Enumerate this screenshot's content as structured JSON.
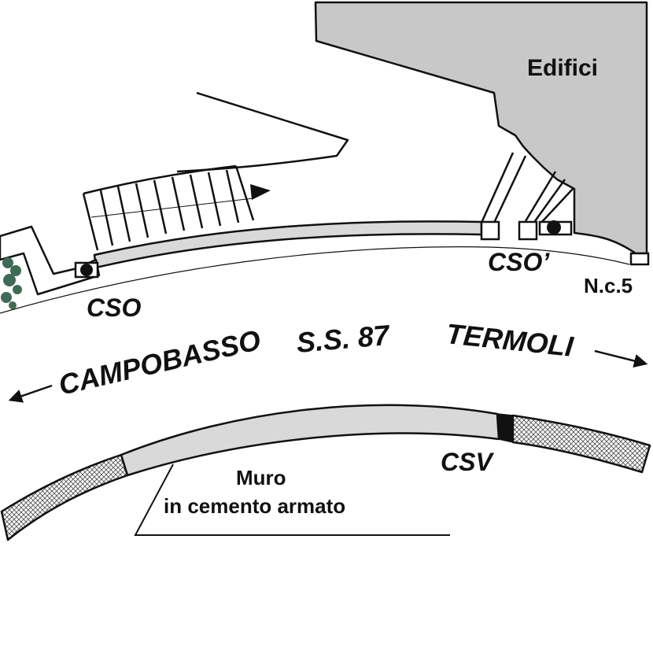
{
  "labels": {
    "buildings": "Edifici",
    "cso": "CSO",
    "cso_prime": "CSO’",
    "house_number": "N.c.5",
    "road_left": "CAMPOBASSO",
    "road_code": "S.S. 87",
    "road_right": "TERMOLI",
    "csv": "CSV",
    "wall_line1": "Muro",
    "wall_line2": "in cemento armato"
  },
  "colors": {
    "building_fill": "#c8c8c8",
    "wall_fill": "#d9d9d9",
    "stroke": "#111111",
    "hatch": "#555555",
    "vegetation": "#3e6b55"
  }
}
